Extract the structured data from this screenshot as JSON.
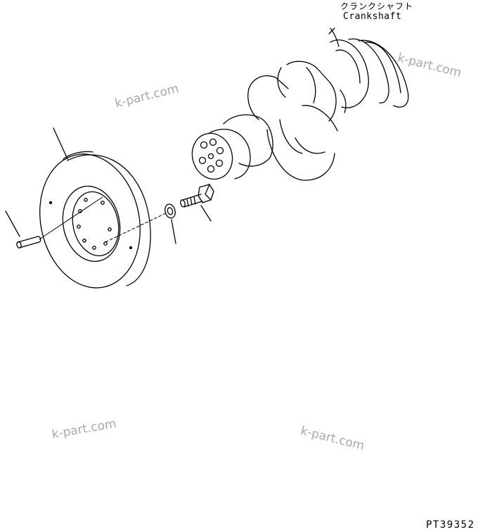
{
  "labels": {
    "crankshaft_jp": "クランクシャフト",
    "crankshaft_en": "Crankshaft",
    "drawing_no": "PT39352"
  },
  "watermarks": [
    "k-part.com",
    "k-part.com",
    "k-part.com",
    "k-part.com"
  ],
  "colors": {
    "line": "#000000",
    "watermark": "#a8a8a8",
    "background": "#ffffff"
  }
}
